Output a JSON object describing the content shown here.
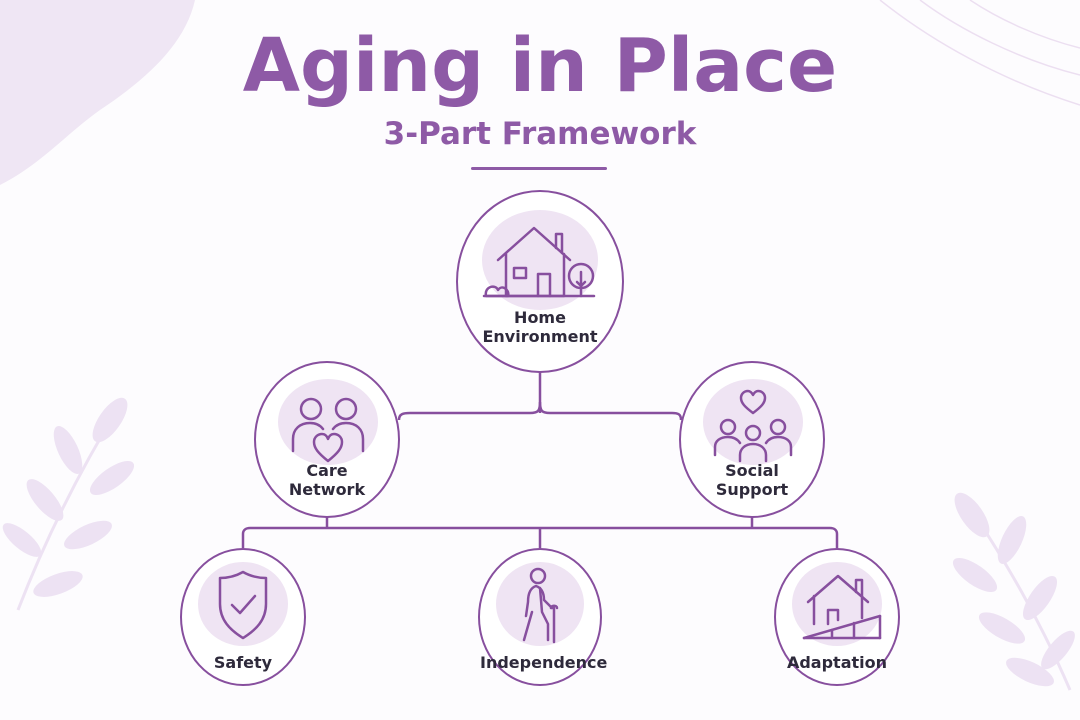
{
  "title": "Aging in Place",
  "subtitle": "3-Part Framework",
  "nodes": {
    "home": {
      "label_line1": "Home",
      "label_line2": "Environment",
      "icon": "house-tree-icon"
    },
    "care": {
      "label_line1": "Care",
      "label_line2": "Network",
      "icon": "people-heart-icon"
    },
    "social": {
      "label_line1": "Social",
      "label_line2": "Support",
      "icon": "group-heart-icon"
    },
    "safety": {
      "label": "Safety",
      "icon": "shield-check-icon"
    },
    "independence": {
      "label": "Independence",
      "icon": "person-cane-icon"
    },
    "adaptation": {
      "label": "Adaptation",
      "icon": "house-ramp-icon"
    }
  },
  "colors": {
    "accent": "#8e5aa6",
    "stroke": "#874f9e",
    "icon_bg": "#efe4f3",
    "text": "#2e2a3b",
    "decor": "#efe6f4"
  }
}
